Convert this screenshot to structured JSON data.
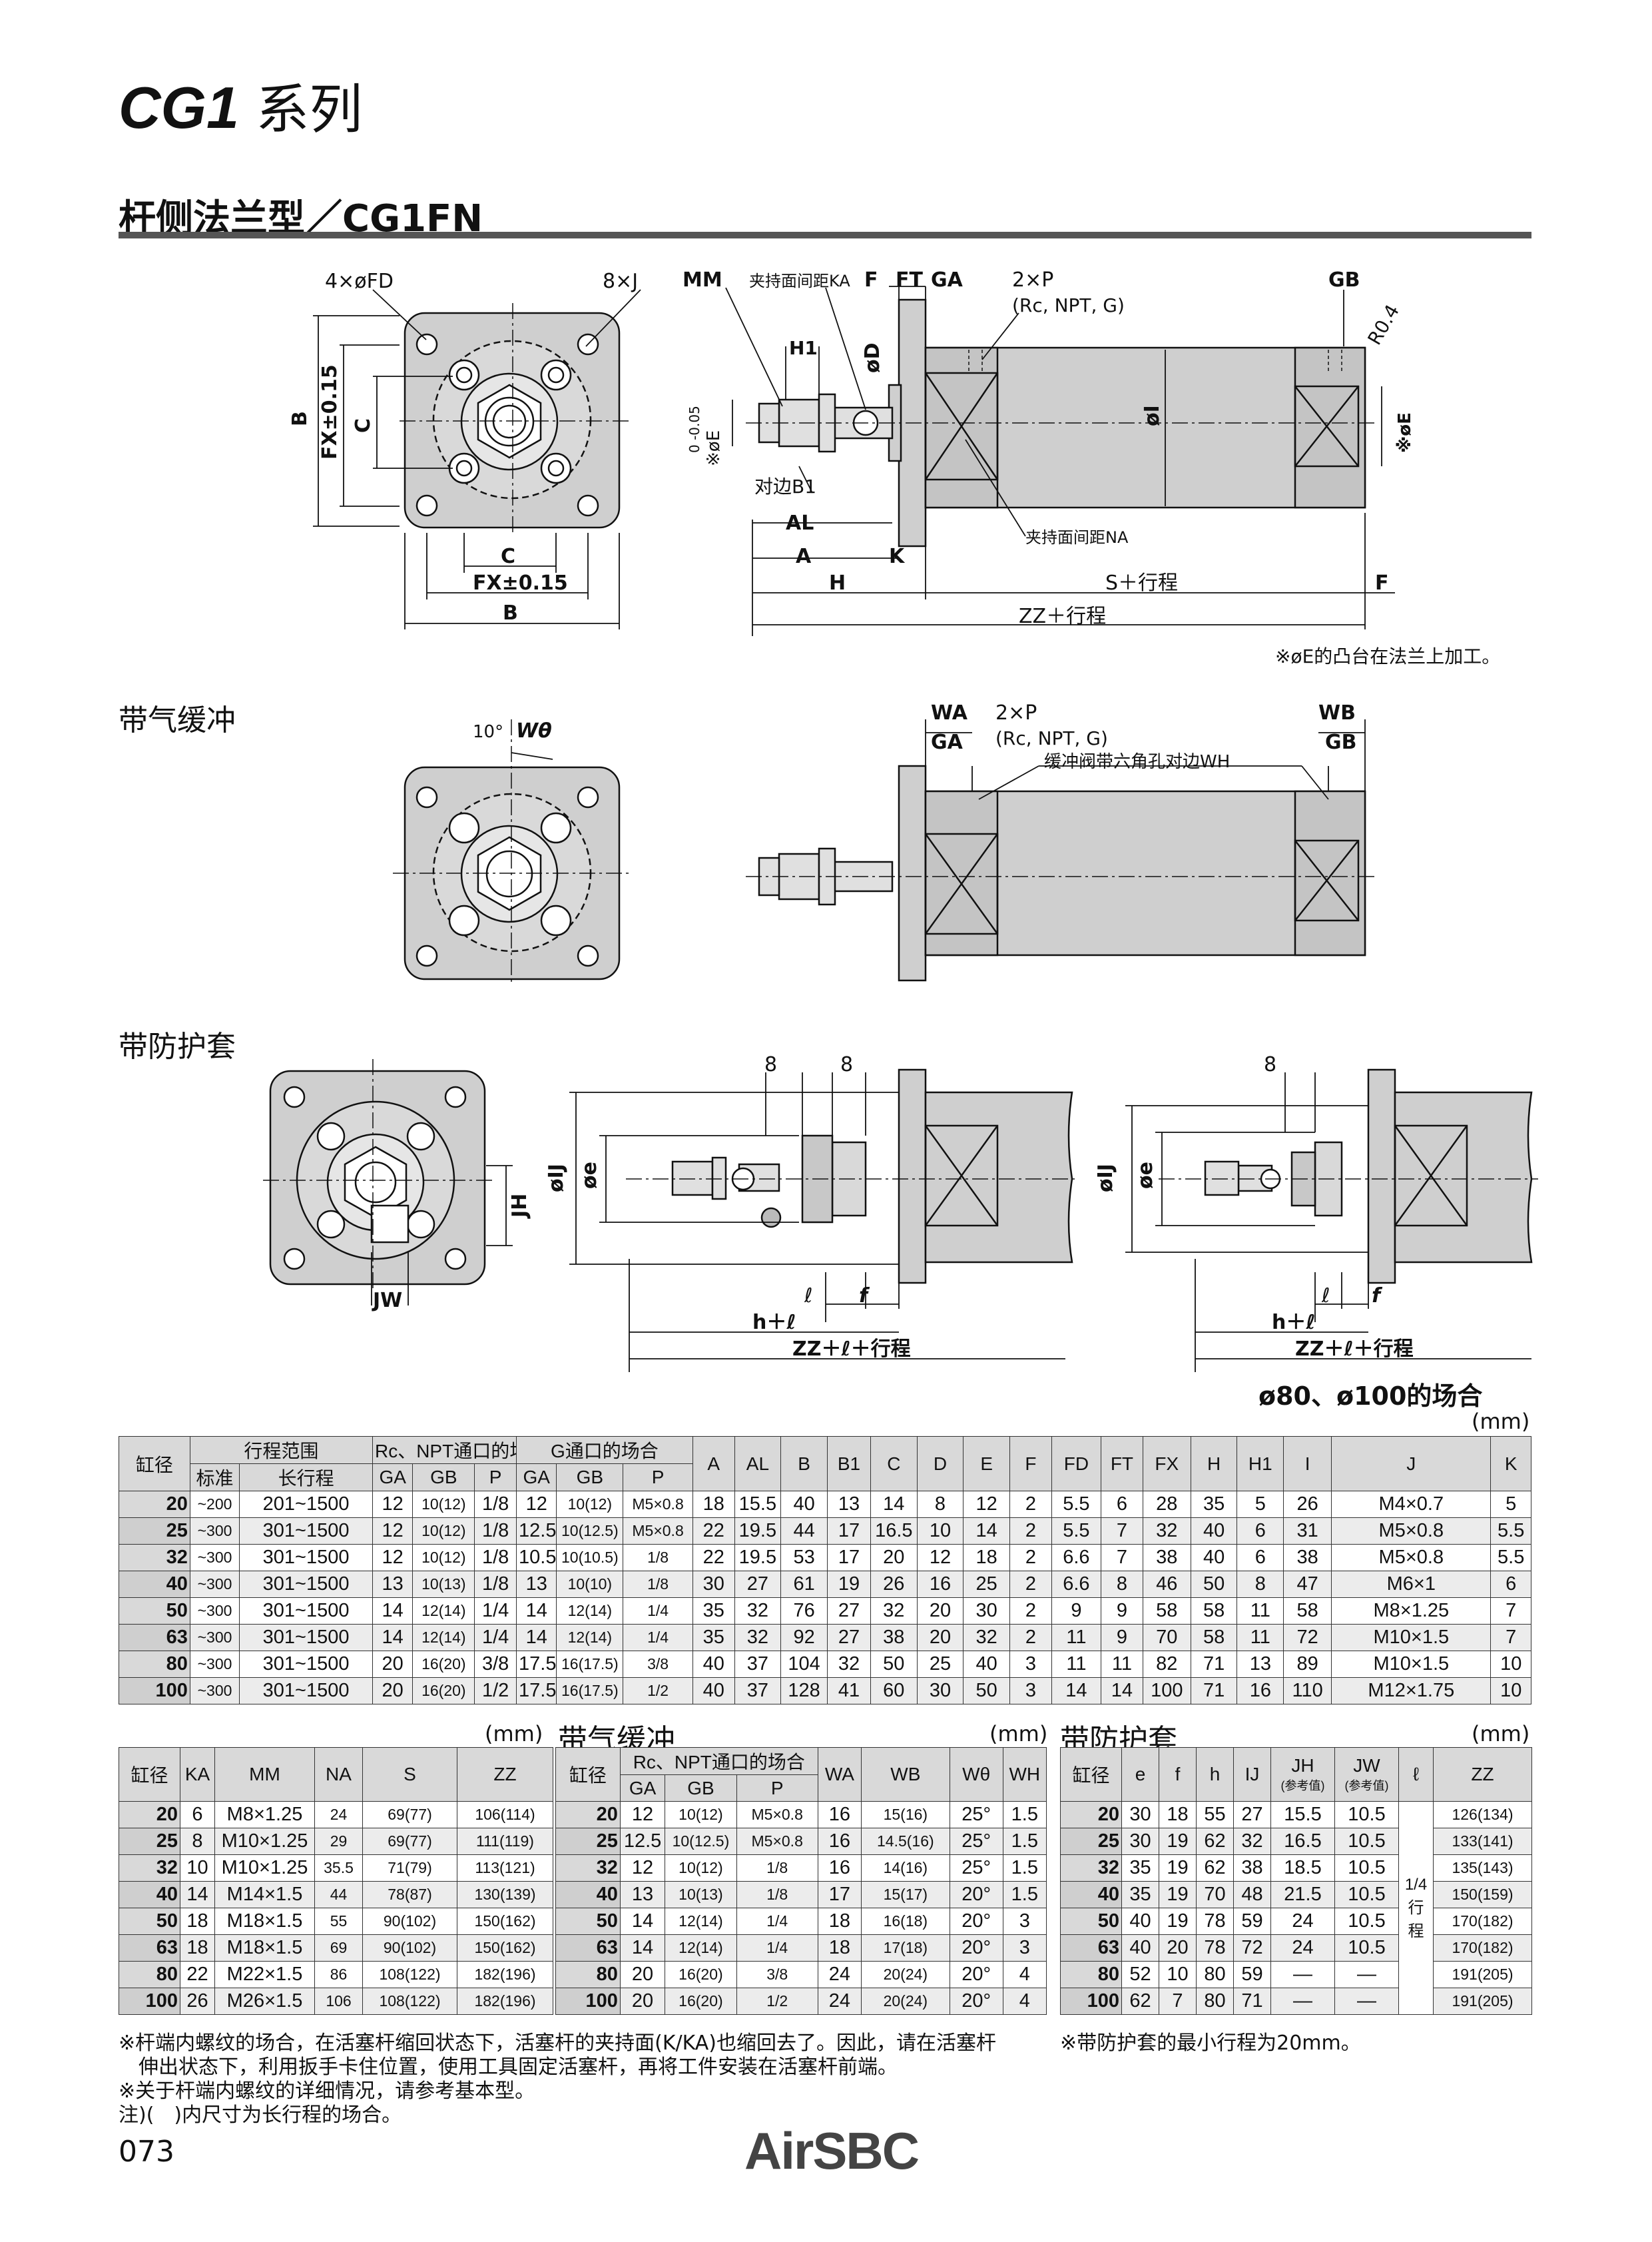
{
  "header": {
    "series_code": "CG1",
    "series_suffix": "系列",
    "section_title": "杆侧法兰型／CG1FN"
  },
  "drawing_labels": {
    "fd": "4×øFD",
    "j": "8×J",
    "mm": "MM",
    "ka": "夹持面间距KA",
    "f": "F",
    "ft": "FT",
    "ga": "GA",
    "port": "2×P",
    "port_types": "(Rc, NPT, G)",
    "gb": "GB",
    "r04": "R0.4",
    "h1": "H1",
    "d": "øD",
    "e_tol": "※øE",
    "e_tol2": "0 -0.05",
    "b1": "对边B1",
    "al": "AL",
    "a": "A",
    "k": "K",
    "i": "øI",
    "na": "夹持面间距NA",
    "h": "H",
    "s": "S＋行程",
    "zz": "ZZ＋行程",
    "b": "B",
    "c": "C",
    "fx": "FX±0.15",
    "note_e": "※øE的凸台在法兰上加工。",
    "wtheta_angle": "10°",
    "wtheta": "Wθ",
    "wa": "WA",
    "wb": "WB",
    "wh": "缓冲阀带六角孔对边WH",
    "ij": "øIJ",
    "e_small": "øe",
    "jh": "JH",
    "jw": "JW",
    "eight": "8",
    "l": "ℓ",
    "f_small": "f",
    "h_l": "h＋ℓ",
    "zz_l": "ZZ＋ℓ＋行程"
  },
  "sub_titles": {
    "cushion": "带气缓冲",
    "boot": "带防护套",
    "case_80_100": "ø80、ø100的场合"
  },
  "unit": "(mm)",
  "main_table": {
    "headers": {
      "bore": "缸径",
      "stroke_range": "行程范围",
      "standard": "标准",
      "long": "长行程",
      "rc_npt": "Rc、NPT通口的场合",
      "g_port": "G通口的场合",
      "ga": "GA",
      "gb": "GB",
      "p": "P",
      "cols": [
        "A",
        "AL",
        "B",
        "B1",
        "C",
        "D",
        "E",
        "F",
        "FD",
        "FT",
        "FX",
        "H",
        "H1",
        "I",
        "J",
        "K"
      ]
    },
    "rows": [
      [
        "20",
        "~200",
        "201~1500",
        "12",
        "10(12)",
        "1/8",
        "12",
        "10(12)",
        "M5×0.8",
        "18",
        "15.5",
        "40",
        "13",
        "14",
        "8",
        "12",
        "2",
        "5.5",
        "6",
        "28",
        "35",
        "5",
        "26",
        "M4×0.7",
        "5"
      ],
      [
        "25",
        "~300",
        "301~1500",
        "12",
        "10(12)",
        "1/8",
        "12.5",
        "10(12.5)",
        "M5×0.8",
        "22",
        "19.5",
        "44",
        "17",
        "16.5",
        "10",
        "14",
        "2",
        "5.5",
        "7",
        "32",
        "40",
        "6",
        "31",
        "M5×0.8",
        "5.5"
      ],
      [
        "32",
        "~300",
        "301~1500",
        "12",
        "10(12)",
        "1/8",
        "10.5",
        "10(10.5)",
        "1/8",
        "22",
        "19.5",
        "53",
        "17",
        "20",
        "12",
        "18",
        "2",
        "6.6",
        "7",
        "38",
        "40",
        "6",
        "38",
        "M5×0.8",
        "5.5"
      ],
      [
        "40",
        "~300",
        "301~1500",
        "13",
        "10(13)",
        "1/8",
        "13",
        "10(10)",
        "1/8",
        "30",
        "27",
        "61",
        "19",
        "26",
        "16",
        "25",
        "2",
        "6.6",
        "8",
        "46",
        "50",
        "8",
        "47",
        "M6×1",
        "6"
      ],
      [
        "50",
        "~300",
        "301~1500",
        "14",
        "12(14)",
        "1/4",
        "14",
        "12(14)",
        "1/4",
        "35",
        "32",
        "76",
        "27",
        "32",
        "20",
        "30",
        "2",
        "9",
        "9",
        "58",
        "58",
        "11",
        "58",
        "M8×1.25",
        "7"
      ],
      [
        "63",
        "~300",
        "301~1500",
        "14",
        "12(14)",
        "1/4",
        "14",
        "12(14)",
        "1/4",
        "35",
        "32",
        "92",
        "27",
        "38",
        "20",
        "32",
        "2",
        "11",
        "9",
        "70",
        "58",
        "11",
        "72",
        "M10×1.5",
        "7"
      ],
      [
        "80",
        "~300",
        "301~1500",
        "20",
        "16(20)",
        "3/8",
        "17.5",
        "16(17.5)",
        "3/8",
        "40",
        "37",
        "104",
        "32",
        "50",
        "25",
        "40",
        "3",
        "11",
        "11",
        "82",
        "71",
        "13",
        "89",
        "M10×1.5",
        "10"
      ],
      [
        "100",
        "~300",
        "301~1500",
        "20",
        "16(20)",
        "1/2",
        "17.5",
        "16(17.5)",
        "1/2",
        "40",
        "37",
        "128",
        "41",
        "60",
        "30",
        "50",
        "3",
        "14",
        "14",
        "100",
        "71",
        "16",
        "110",
        "M12×1.75",
        "10"
      ]
    ]
  },
  "rod_table": {
    "headers": [
      "缸径",
      "KA",
      "MM",
      "NA",
      "S",
      "ZZ"
    ],
    "rows": [
      [
        "20",
        "6",
        "M8×1.25",
        "24",
        "69(77)",
        "106(114)"
      ],
      [
        "25",
        "8",
        "M10×1.25",
        "29",
        "69(77)",
        "111(119)"
      ],
      [
        "32",
        "10",
        "M10×1.25",
        "35.5",
        "71(79)",
        "113(121)"
      ],
      [
        "40",
        "14",
        "M14×1.5",
        "44",
        "78(87)",
        "130(139)"
      ],
      [
        "50",
        "18",
        "M18×1.5",
        "55",
        "90(102)",
        "150(162)"
      ],
      [
        "63",
        "18",
        "M18×1.5",
        "69",
        "90(102)",
        "150(162)"
      ],
      [
        "80",
        "22",
        "M22×1.5",
        "86",
        "108(122)",
        "182(196)"
      ],
      [
        "100",
        "26",
        "M26×1.5",
        "106",
        "108(122)",
        "182(196)"
      ]
    ]
  },
  "cushion_table": {
    "title": "带气缓冲",
    "headers": {
      "bore": "缸径",
      "rc_npt": "Rc、NPT通口的场合",
      "ga": "GA",
      "gb": "GB",
      "p": "P",
      "wa": "WA",
      "wb": "WB",
      "wt": "Wθ",
      "wh": "WH"
    },
    "rows": [
      [
        "20",
        "12",
        "10(12)",
        "M5×0.8",
        "16",
        "15(16)",
        "25°",
        "1.5"
      ],
      [
        "25",
        "12.5",
        "10(12.5)",
        "M5×0.8",
        "16",
        "14.5(16)",
        "25°",
        "1.5"
      ],
      [
        "32",
        "12",
        "10(12)",
        "1/8",
        "16",
        "14(16)",
        "25°",
        "1.5"
      ],
      [
        "40",
        "13",
        "10(13)",
        "1/8",
        "17",
        "15(17)",
        "20°",
        "1.5"
      ],
      [
        "50",
        "14",
        "12(14)",
        "1/4",
        "18",
        "16(18)",
        "20°",
        "3"
      ],
      [
        "63",
        "14",
        "12(14)",
        "1/4",
        "18",
        "17(18)",
        "20°",
        "3"
      ],
      [
        "80",
        "20",
        "16(20)",
        "3/8",
        "24",
        "20(24)",
        "20°",
        "4"
      ],
      [
        "100",
        "20",
        "16(20)",
        "1/2",
        "24",
        "20(24)",
        "20°",
        "4"
      ]
    ]
  },
  "boot_table": {
    "title": "带防护套",
    "headers": {
      "bore": "缸径",
      "e": "e",
      "f": "f",
      "h": "h",
      "ij": "IJ",
      "jh": "JH",
      "jw": "JW",
      "ref": "(参考值)",
      "l": "ℓ",
      "zz": "ZZ",
      "l_value": "1/4行程"
    },
    "rows": [
      [
        "20",
        "30",
        "18",
        "55",
        "27",
        "15.5",
        "10.5",
        "126(134)"
      ],
      [
        "25",
        "30",
        "19",
        "62",
        "32",
        "16.5",
        "10.5",
        "133(141)"
      ],
      [
        "32",
        "35",
        "19",
        "62",
        "38",
        "18.5",
        "10.5",
        "135(143)"
      ],
      [
        "40",
        "35",
        "19",
        "70",
        "48",
        "21.5",
        "10.5",
        "150(159)"
      ],
      [
        "50",
        "40",
        "19",
        "78",
        "59",
        "24",
        "10.5",
        "170(182)"
      ],
      [
        "63",
        "40",
        "20",
        "78",
        "72",
        "24",
        "10.5",
        "170(182)"
      ],
      [
        "80",
        "52",
        "10",
        "80",
        "59",
        "—",
        "—",
        "191(205)"
      ],
      [
        "100",
        "62",
        "7",
        "80",
        "71",
        "—",
        "—",
        "191(205)"
      ]
    ]
  },
  "notes": {
    "n1": "※杆端内螺纹的场合，在活塞杆缩回状态下，活塞杆的夹持面(K/KA)也缩回去了。因此，请在活塞杆",
    "n1b": "伸出状态下，利用扳手卡住位置，使用工具固定活塞杆，再将工件安装在活塞杆前端。",
    "n2": "※关于杆端内螺纹的详细情况，请参考基本型。",
    "n3": "注)(　)内尺寸为长行程的场合。",
    "boot_note": "※带防护套的最小行程为20mm。"
  },
  "footer": {
    "page_number": "073",
    "brand": "AirSBC"
  }
}
